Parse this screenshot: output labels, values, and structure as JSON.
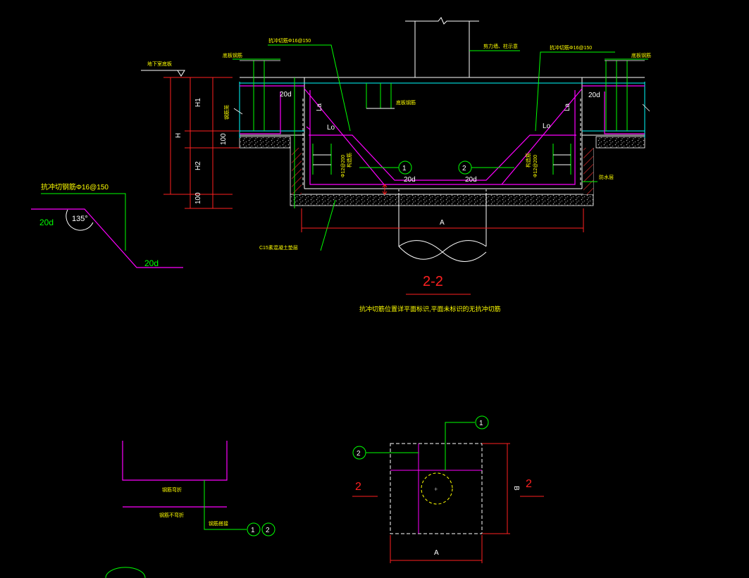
{
  "colors": {
    "background": "#000000",
    "white": "#ffffff",
    "magenta": "#ff00ff",
    "green": "#00ff00",
    "yellow": "#ffff00",
    "red": "#ff0000",
    "cyan": "#00ffff"
  },
  "section": {
    "title": "2-2",
    "note": "抗冲切筋位置详平面标识,平面未标识的无抗冲切筋"
  },
  "labels": {
    "basement_floor": "地下室底板",
    "punch_rebar_left": "抗冲切筋Φ16@150",
    "punch_rebar_right": "抗冲切筋Φ16@150",
    "top_rebar_left": "底板钢筋",
    "top_rebar_right": "底板钢筋",
    "column": "剪力墙、柱示意",
    "pit_rebar": "底板钢筋",
    "side_rebar": "钢筋笼",
    "stirrup_left": "Φ12@200",
    "stirrup_left_name": "构造筋",
    "stirrup_right": "Φ12@200",
    "stirrup_right_name": "构造筋",
    "waterproof": "防水层",
    "cushion": "C15素混凝土垫层",
    "la1": "La",
    "la2": "La",
    "lo1": "Lo",
    "lo2": "Lo",
    "d20_1": "20d",
    "d20_2": "20d",
    "d20_3": "20d",
    "d20_4": "20d",
    "dim_h1": "H1",
    "dim_h": "H",
    "dim_100a": "100",
    "dim_h2": "H2",
    "dim_100b": "100",
    "dim_a": "A",
    "dim_a_plan": "A",
    "dim_b_plan": "B",
    "bubble_1": "1",
    "bubble_2": "2"
  },
  "detail": {
    "title": "抗冲切钢筋Φ16@150",
    "d20_top": "20d",
    "d20_bottom": "20d",
    "angle": "135°"
  },
  "joint": {
    "label_top": "钢筋弯折",
    "label_bottom": "钢筋不弯折",
    "label_rebar": "钢筋搭接"
  },
  "plan": {
    "cut_label_left": "2",
    "cut_label_right": "2",
    "bubble_1": "1",
    "bubble_2": "2"
  }
}
